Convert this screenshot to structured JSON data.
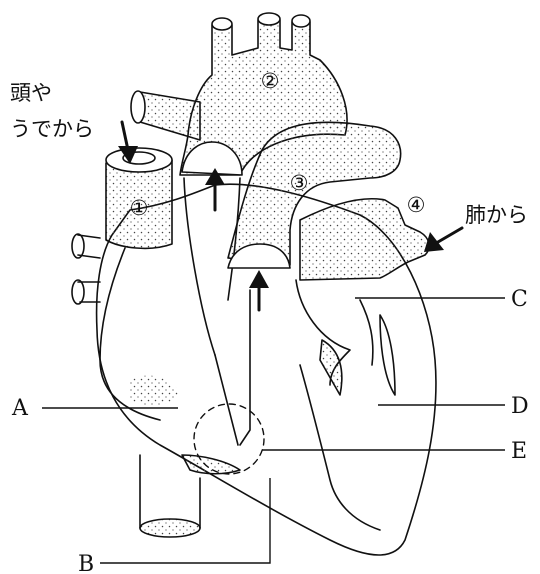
{
  "annotations": {
    "head_label_line1": "頭や",
    "head_label_line2": "うでから",
    "lung_label": "肺から"
  },
  "vessel_numbers": {
    "n1": "①",
    "n2": "②",
    "n3": "③",
    "n4": "④"
  },
  "chamber_labels": {
    "A": "A",
    "B": "B",
    "C": "C",
    "D": "D",
    "E": "E"
  },
  "colors": {
    "line": "#111111",
    "fill": "#ffffff",
    "stipple": "#444444"
  }
}
